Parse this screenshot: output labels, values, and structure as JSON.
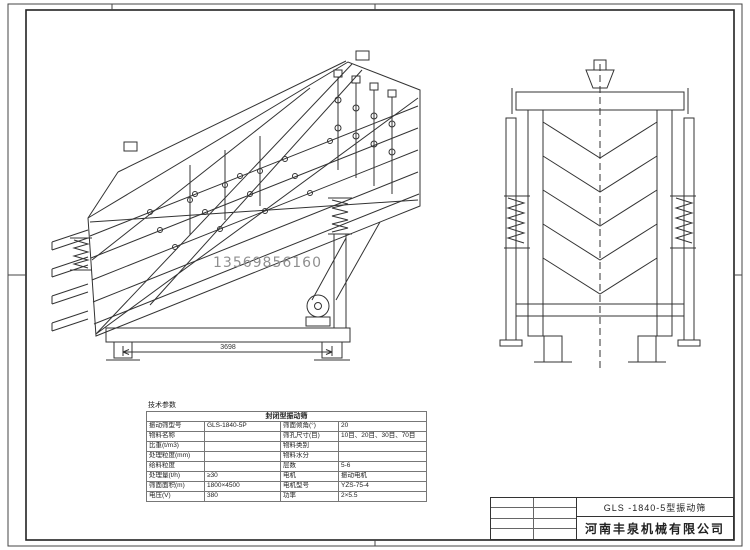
{
  "watermark": {
    "text": "13569856160"
  },
  "side_view": {
    "dimension_label": "3698"
  },
  "spec_table": {
    "title": "技术参数",
    "header": "封闭型振动筛",
    "rows": [
      [
        "振动筛型号",
        "GLS-1840-5P",
        "筛面倾角(°)",
        "20"
      ],
      [
        "物料名称",
        "",
        "筛孔尺寸(目)",
        "10目、20目、30目、70目"
      ],
      [
        "比重(t/m3)",
        "",
        "物料类别",
        ""
      ],
      [
        "处理粒度(mm)",
        "",
        "物料水分",
        ""
      ],
      [
        "给料粒度",
        "",
        "层数",
        "5-6"
      ],
      [
        "处理量(t/h)",
        "≥30",
        "电机",
        "振动电机"
      ],
      [
        "筛面面积(m)",
        "1800×4500",
        "电机型号",
        "YZS-75-4"
      ],
      [
        "电压(V)",
        "380",
        "功率",
        "2×5.5"
      ]
    ]
  },
  "title_block": {
    "model": "GLS -1840-5型振动筛",
    "company": "河南丰泉机械有限公司"
  },
  "colors": {
    "ink": "#333333",
    "watermark_gray": "#8f8f8f"
  }
}
